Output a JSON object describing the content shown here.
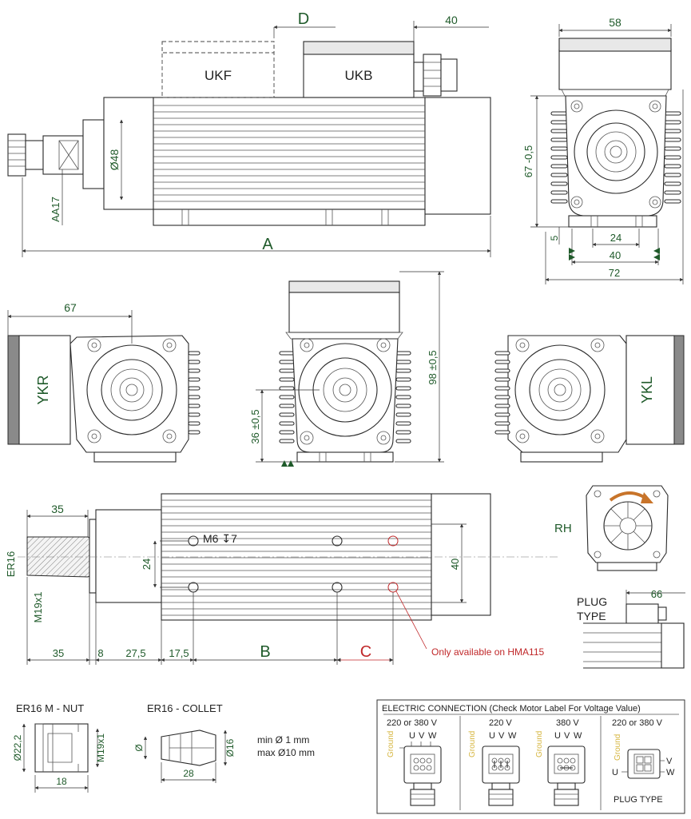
{
  "top_view": {
    "box_front_label": "UKF",
    "box_back_label": "UKB",
    "dim_d": "D",
    "dim_gland": "40",
    "dim_body_dia": "Ø48",
    "dim_wrench": "AA17",
    "dim_length": "A"
  },
  "end_view": {
    "dim_box_width": "58",
    "dim_height": "67 -0,5",
    "dim_foot": "5",
    "dim_inner": "24",
    "dim_mount": "40",
    "dim_overall": "72"
  },
  "side_views": {
    "left_box_label": "YKR",
    "left_dim": "67",
    "center_dim_height": "98 ±0,5",
    "center_dim_axis": "36 ±0,5",
    "right_box_label": "YKL"
  },
  "bottom_view": {
    "dim_collet_len": "35",
    "label_er16": "ER16",
    "label_m19": "M19x1",
    "hole_label": "M6  ↧7",
    "dim_hole_gap": "24",
    "dim_width": "40",
    "dim_35": "35",
    "dim_8": "8",
    "dim_27": "27,5",
    "dim_17": "17,5",
    "dim_b": "B",
    "dim_c": "C",
    "note_hma": "Only available on HMA115"
  },
  "rotation": {
    "label": "RH"
  },
  "plug": {
    "label_line1": "PLUG",
    "label_line2": "TYPE",
    "dim": "66"
  },
  "nut": {
    "title": "ER16 M - NUT",
    "dim_dia": "Ø22,2",
    "dim_thread": "M19x1",
    "dim_len": "18"
  },
  "collet": {
    "title": "ER16 - COLLET",
    "dim_dia_small": "Ø",
    "dim_dia": "Ø16",
    "dim_len": "28",
    "range_min": "min  Ø  1 mm",
    "range_max": "max Ø10 mm"
  },
  "electric": {
    "title": "ELECTRIC CONNECTION  (Check Motor Label For Voltage Value)",
    "panel1": {
      "voltage": "220  or  380 V",
      "ground": "Ground",
      "terminals": [
        "U",
        "V",
        "W"
      ]
    },
    "panel2": {
      "voltage": "220 V",
      "ground": "Ground",
      "terminals": [
        "U",
        "V",
        "W"
      ]
    },
    "panel3": {
      "voltage": "380 V",
      "ground": "Ground",
      "terminals": [
        "U",
        "V",
        "W"
      ]
    },
    "panel4": {
      "voltage": "220  or  380 V",
      "ground": "Ground",
      "term_v": "V",
      "term_u": "U",
      "term_w": "W",
      "caption": "PLUG TYPE"
    }
  },
  "colors": {
    "label_green": "#1f5a2a",
    "note_red": "#c0282a",
    "ground_yellow": "#d6b640",
    "arrow_orange": "#c8742a"
  }
}
